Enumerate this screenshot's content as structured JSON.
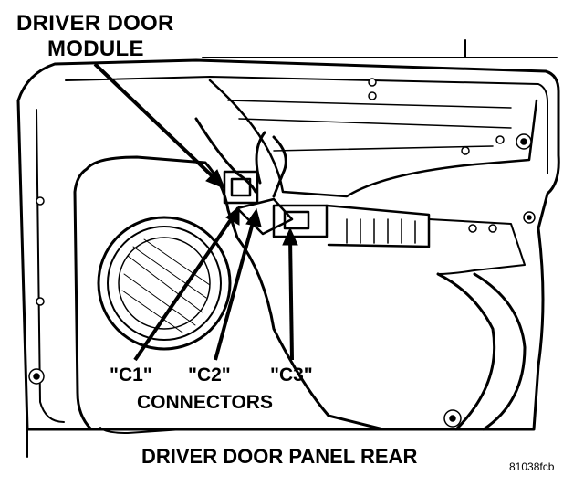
{
  "labels": {
    "module_line1": "DRIVER DOOR",
    "module_line2": "MODULE",
    "connector_c1": "\"C1\"",
    "connector_c2": "\"C2\"",
    "connector_c3": "\"C3\"",
    "connectors": "CONNECTORS",
    "panel": "DRIVER DOOR PANEL REAR",
    "figure_code": "81038fcb"
  },
  "colors": {
    "ink": "#000000",
    "paper": "#ffffff"
  },
  "icons": {
    "leader_arrows": "arrow-head-icon",
    "fasteners": "bolt-icon"
  }
}
